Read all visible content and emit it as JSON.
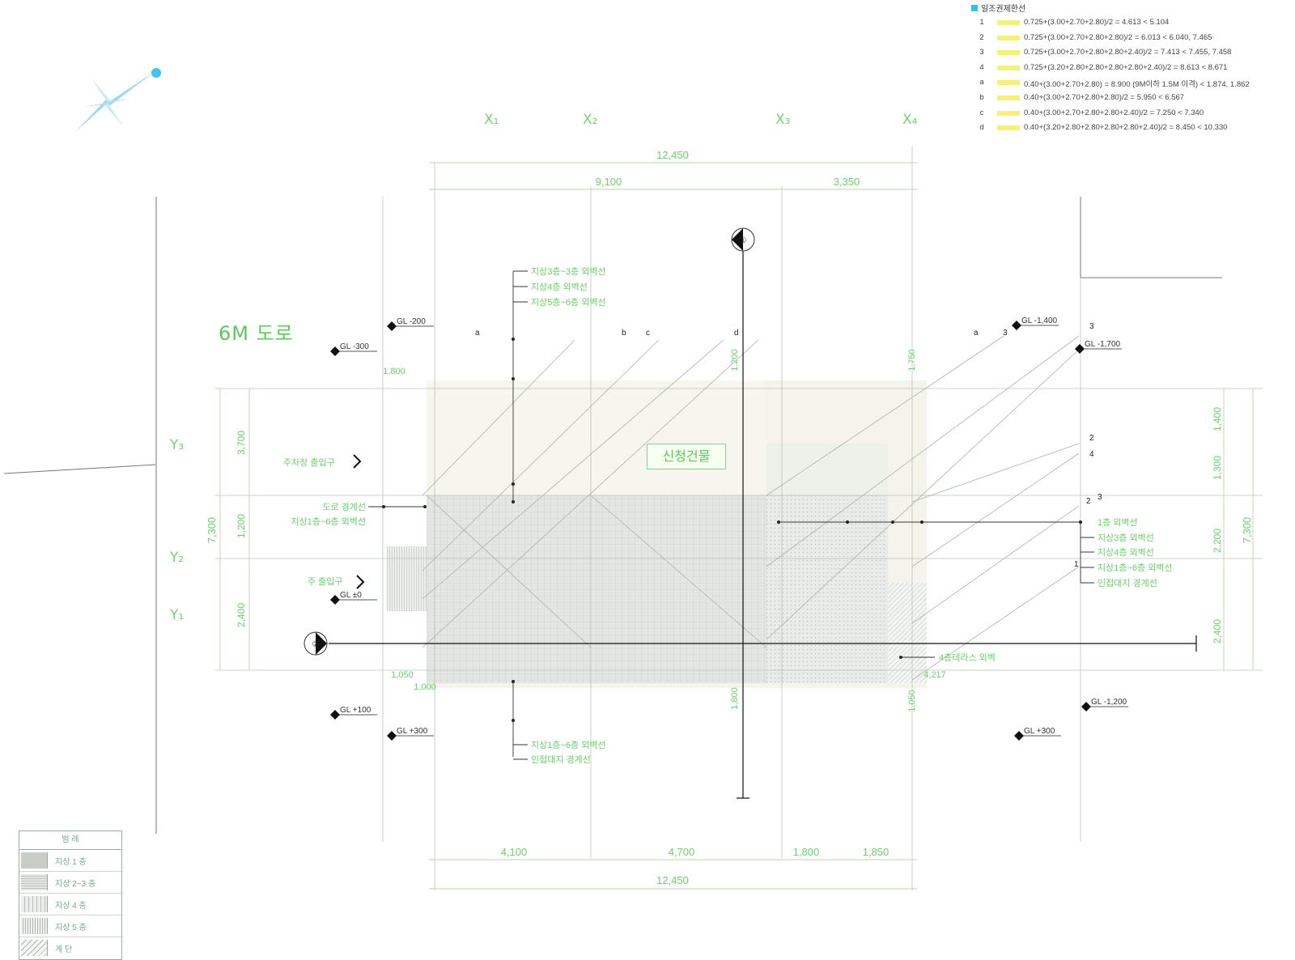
{
  "road_label": "6M 도로",
  "building_label": "신청건물",
  "grid": {
    "x_axes": [
      "X₁",
      "X₂",
      "X₃",
      "X₄"
    ],
    "y_axes": [
      "Y₃",
      "Y₂",
      "Y₁"
    ]
  },
  "dimensions": {
    "top_total": "12,450",
    "top_parts": [
      "9,100",
      "3,350"
    ],
    "bottom_parts": [
      "4,100",
      "4,700",
      "1,800",
      "1,850"
    ],
    "bottom_total": "12,450",
    "left_total": "7,300",
    "left_parts": [
      "3,700",
      "1,200",
      "2,400"
    ],
    "right_total": "7,300",
    "right_parts": [
      "1,400",
      "1,300",
      "2,200",
      "2,400"
    ],
    "misc": [
      "1,800",
      "1,200",
      "1,050",
      "1,800",
      "1,750",
      "1,000",
      "1,050",
      "4,217"
    ]
  },
  "gl_labels": [
    "GL -200",
    "GL -300",
    "GL -1,400",
    "GL -1,700",
    "GL ±0",
    "GL +100",
    "GL +300",
    "GL -1,200",
    "GL +300"
  ],
  "notes_top": [
    "지상3층~3층 외벽선",
    "지상4층 외벽선",
    "지상5층~6층 외벽선"
  ],
  "notes_left": [
    "도로 경계선",
    "지상1층~6층 외벽선"
  ],
  "notes_right": [
    "1층 외벽선",
    "지상3층 외벽선",
    "지상4층 외벽선",
    "지상1층~6층 외벽선",
    "인접대지 경계선"
  ],
  "notes_bottom": [
    "지상1층~6층 외벽선",
    "인접대지 경계선"
  ],
  "notes_misc": [
    "4층테라스 외벽",
    "주차장 출입구",
    "주 출입구"
  ],
  "section_markers": [
    "①",
    "②"
  ],
  "slant_labels": [
    "a",
    "b",
    "c",
    "d",
    "a",
    "3",
    "3",
    "2",
    "4",
    "2",
    "3",
    "1"
  ],
  "legend_title": "일조권제한선",
  "legend": [
    {
      "label": "1",
      "eq": "0.725+(3.00+2.70+2.80)/2 = 4.613 < 5.104"
    },
    {
      "label": "2",
      "eq": "0.725+(3.00+2.70+2.80+2.80)/2 = 6.013 < 6.040, 7.465"
    },
    {
      "label": "3",
      "eq": "0.725+(3.00+2.70+2.80+2.80+2.40)/2 = 7.413 < 7.455, 7.458"
    },
    {
      "label": "4",
      "eq": "0.725+(3.20+2.80+2.80+2.80+2.80+2.40)/2 = 8.613 < 8.671"
    },
    {
      "label": "a",
      "eq": "0.40+(3.00+2.70+2.80) = 8.900 (9M이하 1.5M 이격) < 1.874, 1.862"
    },
    {
      "label": "b",
      "eq": "0.40+(3.00+2.70+2.80+2.80)/2 = 5.950 < 6.567"
    },
    {
      "label": "c",
      "eq": "0.40+(3.00+2.70+2.80+2.80+2.40)/2 = 7.250 < 7.340"
    },
    {
      "label": "d",
      "eq": "0.40+(3.20+2.80+2.80+2.80+2.80+2.40)/2 = 8.450 < 10.330"
    }
  ],
  "hatch_legend": {
    "title": "범 례",
    "rows": [
      "지상 1 층",
      "지상 2~3 층",
      "지상 4 층",
      "지상 5 층",
      "계 단"
    ]
  }
}
